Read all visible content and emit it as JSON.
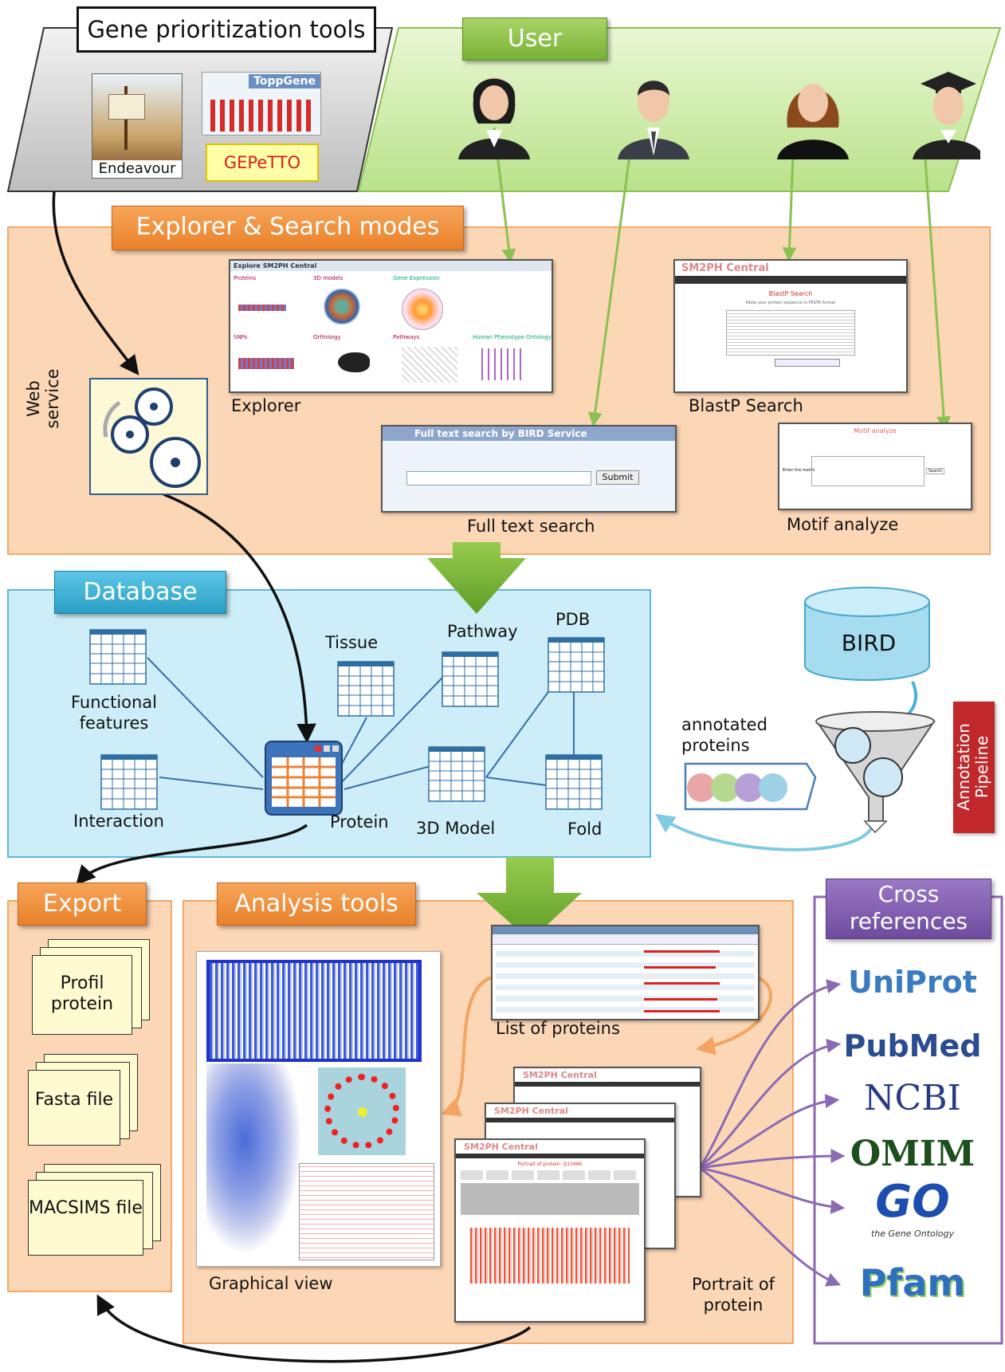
{
  "gene_tools": {
    "title": "Gene prioritization tools",
    "tools": [
      "Endeavour",
      "ToppGene",
      "GEPeTTO"
    ]
  },
  "user": {
    "title": "User"
  },
  "explorer_section": {
    "title": "Explorer & Search modes",
    "web_service": "Web service",
    "explorer_label": "Explorer",
    "explorer_shot": {
      "header": "Explore SM2PH Central",
      "cells": [
        "Proteins",
        "3D models",
        "Gene Expression",
        "SNPs",
        "Orthology",
        "Pathways",
        "Human Phenotype Ontology"
      ]
    },
    "blastp_label": "BlastP Search",
    "blastp_shot": {
      "brand": "SM2PH Central",
      "heading": "BlastP Search",
      "hint": "Paste your protein sequence in FASTA format"
    },
    "fulltext_label": "Full text search",
    "fulltext_shot": {
      "header": "Full text search by BIRD Service",
      "button": "Submit"
    },
    "motif_label": "Motif analyze",
    "motif_shot": {
      "header": "Motif analyze",
      "field_label": "Enter the motifs",
      "button": "Search"
    }
  },
  "database": {
    "title": "Database",
    "tables": [
      "Functional features",
      "Interaction",
      "Tissue",
      "Pathway",
      "PDB",
      "3D Model",
      "Fold",
      "Protein"
    ]
  },
  "bird": {
    "name": "BIRD",
    "annotated": "annotated proteins",
    "pipeline": "Annotation Pipeline"
  },
  "export": {
    "title": "Export",
    "files": [
      "Profil protein",
      "Fasta file",
      "MACSIMS file"
    ]
  },
  "analysis": {
    "title": "Analysis tools",
    "list_label": "List of proteins",
    "graphical_label": "Graphical view",
    "portrait_label": "Portrait of protein",
    "portrait_brand": "SM2PH Central",
    "portrait_title": "Portrait of protein: Q13486"
  },
  "cross_refs": {
    "title": "Cross references",
    "items": [
      "UniProt",
      "PubMed",
      "NCBI",
      "OMIM",
      "GO",
      "Pfam"
    ],
    "go_subtitle": "the Gene Ontology"
  },
  "colors": {
    "orange_tab": "#e9812a",
    "blue_tab": "#2a9fc5",
    "purple_tab": "#6f4b9f",
    "green_tab": "#78b136",
    "green_arrow": "#7dbb3b",
    "annotation_red": "#c0282b"
  }
}
